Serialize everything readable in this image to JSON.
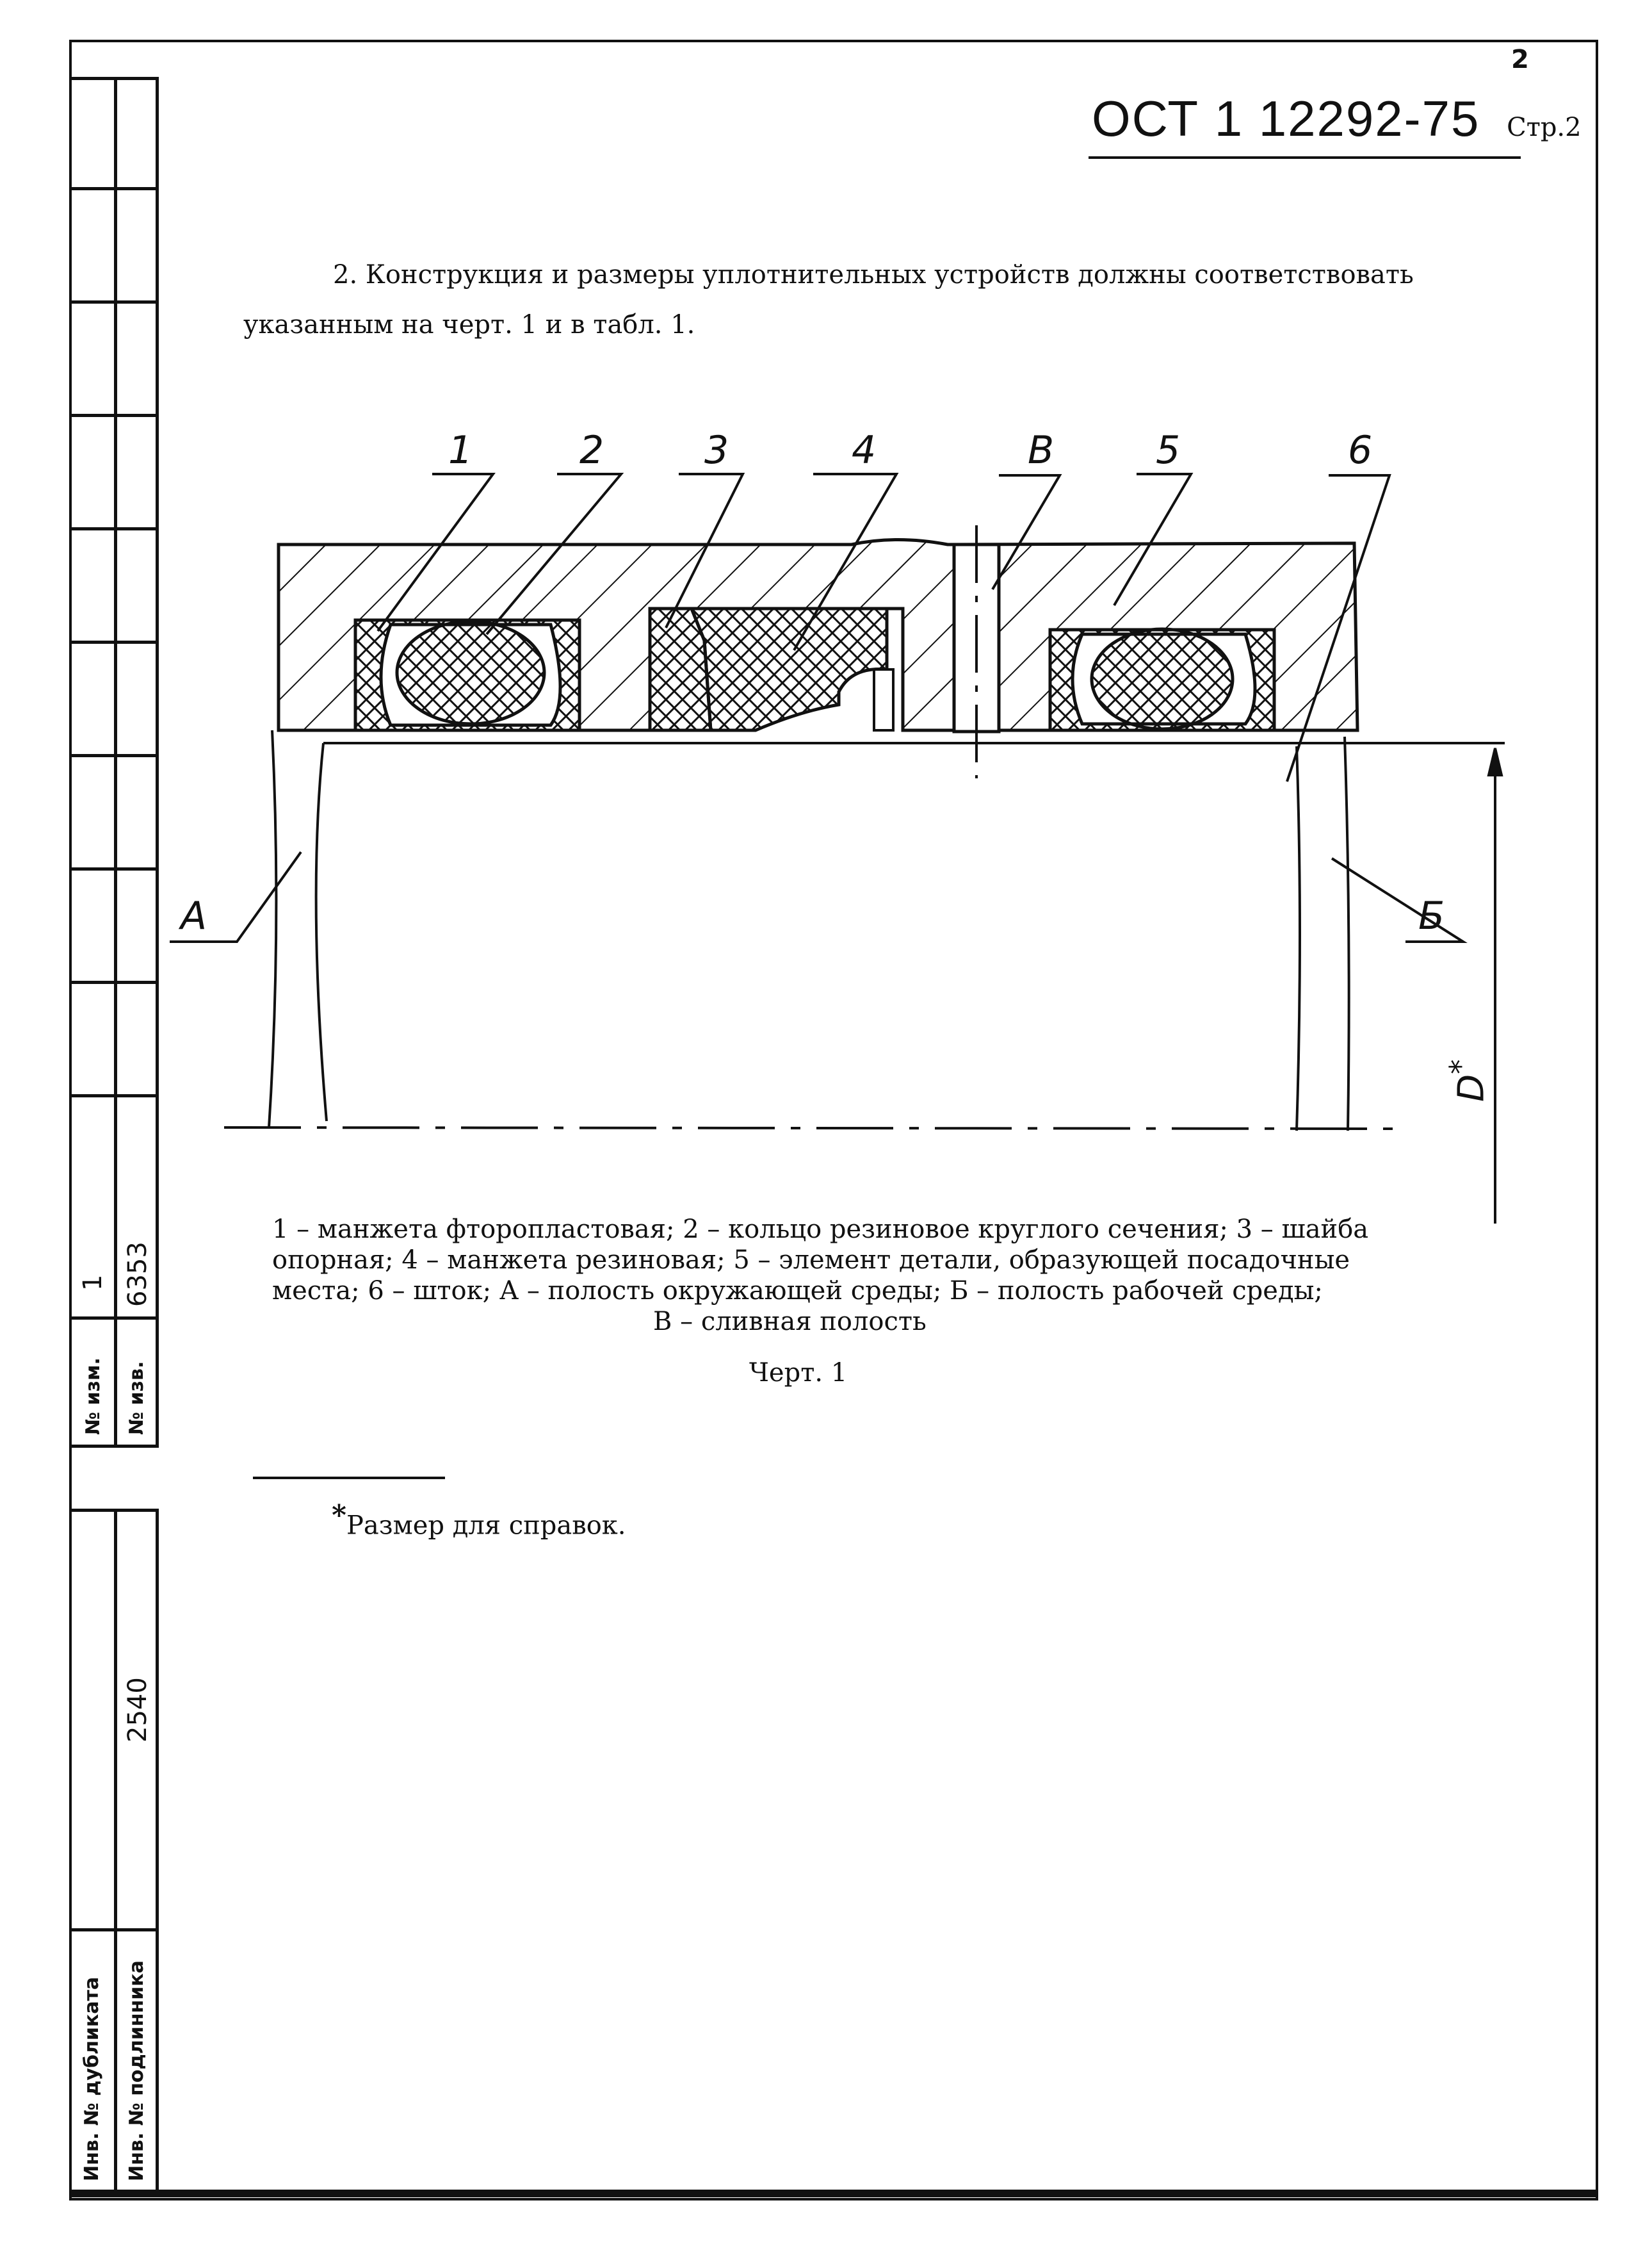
{
  "corner_page_number": "2",
  "header": {
    "code": "ОСТ 1 12292-75",
    "page_label": "Стр.",
    "page_num": "2"
  },
  "paragraph": {
    "line1": "2. Конструкция и размеры уплотнительных устройств должны соответствовать",
    "line2": "указанным на черт. 1 и в табл. 1."
  },
  "drawing": {
    "callouts": [
      "1",
      "2",
      "3",
      "4",
      "В",
      "5",
      "6"
    ],
    "label_a": "А",
    "label_b": "Б",
    "dimension": "D",
    "dimension_mark": "*"
  },
  "legend": {
    "line1": "1 – манжета фторопластовая; 2 – кольцо резиновое круглого сечения; 3 – шайба",
    "line2": "опорная; 4 – манжета резиновая; 5 – элемент детали, образующей посадочные",
    "line3": "места; 6 – шток; А – полость окружающей среды; Б – полость рабочей среды;",
    "line4": "В – сливная полость"
  },
  "figure_caption": "Черт. 1",
  "footnote": {
    "mark": "*",
    "text": "Размер для справок."
  },
  "side_stamp": {
    "change_no": "1",
    "notice_no": "6353",
    "label_change": "№ изм.",
    "label_notice": "№ изв.",
    "subscriber_no": "2540",
    "label_duplicate": "Инв. № дубликата",
    "label_subscriber": "Инв. № подлинника"
  }
}
